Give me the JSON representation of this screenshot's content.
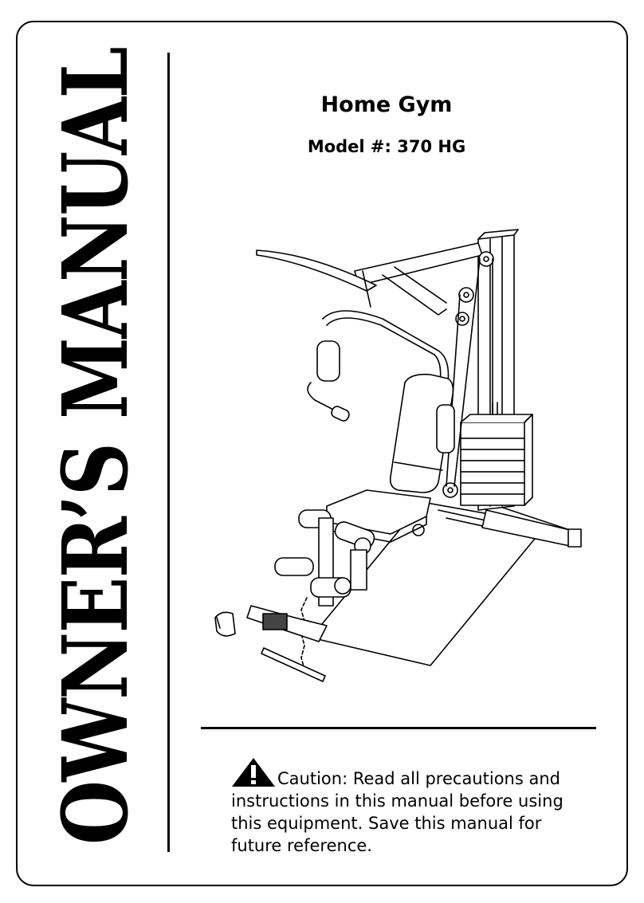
{
  "cover": {
    "vertical_title": "OWNER’S MANUAL",
    "product": "Home Gym",
    "model": "Model #: 370 HG"
  },
  "caution": {
    "icon": "warning-triangle-icon",
    "line1": "Caution: Read all precautions and",
    "line2": "instructions in this manual before using",
    "line3": "this equipment. Save this manual for",
    "line4": "future reference."
  }
}
